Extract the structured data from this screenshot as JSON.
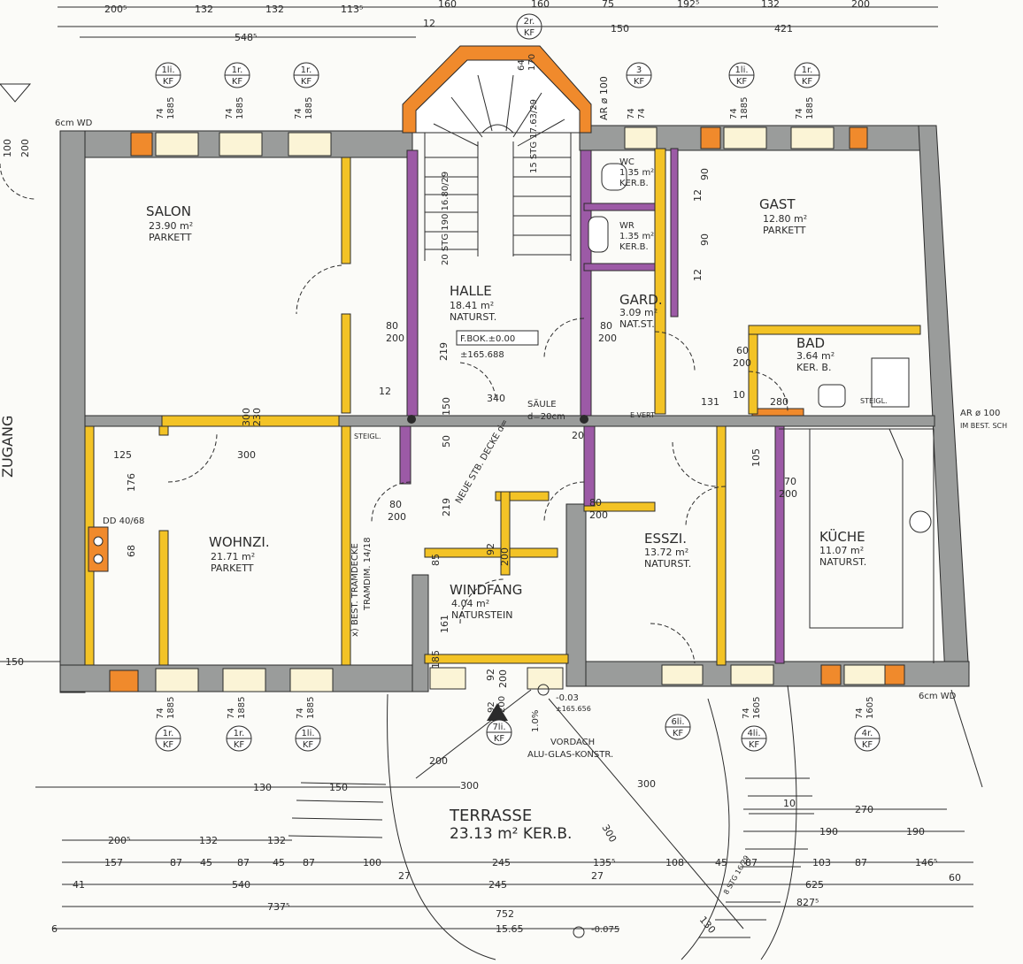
{
  "colors": {
    "wall": "#9a9c9b",
    "orange": "#f08a2c",
    "yellow": "#f3c326",
    "purple": "#9c5aa6",
    "line": "#2b2b2b",
    "paper": "#fbfbf8"
  },
  "rooms": {
    "salon": {
      "name": "SALON",
      "area": "23.90 m²",
      "floor": "PARKETT"
    },
    "halle": {
      "name": "HALLE",
      "area": "18.41 m²",
      "floor": "NATURST."
    },
    "gast": {
      "name": "GAST",
      "area": "12.80 m²",
      "floor": "PARKETT"
    },
    "wc": {
      "name": "WC",
      "area": "1.35 m²",
      "floor": "KER.B."
    },
    "wr": {
      "name": "WR",
      "area": "1.35 m²",
      "floor": "KER.B."
    },
    "gard": {
      "name": "GARD.",
      "area": "3.09 m²",
      "floor": "NAT.ST."
    },
    "bad": {
      "name": "BAD",
      "area": "3.64 m²",
      "floor": "KER. B."
    },
    "wohnzi": {
      "name": "WOHNZI.",
      "area": "21.71 m²",
      "floor": "PARKETT"
    },
    "windfang": {
      "name": "WINDFANG",
      "area": "4.04 m²",
      "floor": "NATURSTEIN"
    },
    "esszi": {
      "name": "ESSZI.",
      "area": "13.72 m²",
      "floor": "NATURST."
    },
    "kueche": {
      "name": "KÜCHE",
      "area": "11.07 m²",
      "floor": "NATURST."
    },
    "terrasse": {
      "name": "TERRASSE",
      "area": "23.13 m² KER.B."
    }
  },
  "annotations": {
    "zugang": "ZUGANG",
    "fbok": "F.BOK.±0.00",
    "fbok_abs": "±165.688",
    "saeule": "SÄULE",
    "saeule_d": "d=20cm",
    "neue_decke": "NEUE STB. DECKE d=",
    "best_tram": "x) BEST. TRAMDECKE",
    "tramdim": "TRAMDIM. 14/18",
    "dd": "DD 40/68",
    "vordach": "VORDACH",
    "vordach2": "ALU-GLAS-KONSTR.",
    "ar_top": "AR ø 100",
    "ar_right": "AR ø 100",
    "ar_right2": "IM BEST. SCH",
    "wd_top": "6cm WD",
    "wd_bottom": "6cm WD",
    "steigl_left": "STEIGL.",
    "steigl_right": "STEIGL.",
    "evert": "E-VERT",
    "stg_top": "15 STG 17.63/29",
    "stg_mid": "20 STG 190 16.80/29",
    "stg_terr": "8 STG 16/29",
    "level_entry": "-0.03",
    "level_entry_abs": "±165.656",
    "level_terr": "-0.075",
    "slope": "1.0%"
  },
  "window_tags": {
    "top": [
      {
        "side": "1li.",
        "kf": "KF",
        "w": "74",
        "h": "1885"
      },
      {
        "side": "1r.",
        "kf": "KF",
        "w": "74",
        "h": "1885"
      },
      {
        "side": "1r.",
        "kf": "KF",
        "w": "74",
        "h": "1885"
      },
      {
        "side": "2r.",
        "kf": "KF",
        "w": "64",
        "h": "170"
      },
      {
        "side": "3",
        "kf": "KF",
        "w": "74",
        "h": "74"
      },
      {
        "side": "1li.",
        "kf": "KF",
        "w": "74",
        "h": "1885"
      },
      {
        "side": "1r.",
        "kf": "KF",
        "w": "74",
        "h": "1885"
      }
    ],
    "bottom": [
      {
        "side": "1r.",
        "kf": "KF",
        "w": "74",
        "h": "1885"
      },
      {
        "side": "1r.",
        "kf": "KF",
        "w": "74",
        "h": "1885"
      },
      {
        "side": "1li.",
        "kf": "KF",
        "w": "74",
        "h": "1885"
      },
      {
        "side": "7li.",
        "kf": "KF",
        "w": "92",
        "h": "200"
      },
      {
        "side": "6li.",
        "kf": "KF",
        "w": "",
        "h": ""
      },
      {
        "side": "4li.",
        "kf": "KF",
        "w": "74",
        "h": "1605"
      },
      {
        "side": "4r.",
        "kf": "KF",
        "w": "74",
        "h": "1605"
      }
    ]
  },
  "dims_top": [
    "200⁵",
    "132",
    "132",
    "113⁵",
    "160",
    "160",
    "75",
    "192⁵",
    "132",
    "200"
  ],
  "dims_top2": [
    "548⁵",
    "12",
    "150",
    "421"
  ],
  "dims_bottom1": [
    "200⁵",
    "132",
    "132"
  ],
  "dims_bottom2": [
    "157",
    "87",
    "45",
    "87",
    "45",
    "87",
    "100",
    "245",
    "135⁵",
    "108",
    "45",
    "87",
    "103",
    "87",
    "146⁵"
  ],
  "dims_bottom3": [
    "41",
    "540",
    "27",
    "245",
    "27",
    "625",
    "60"
  ],
  "dims_bottom4": [
    "737⁵",
    "752",
    "827⁵"
  ],
  "dims_bottom5": [
    "6",
    "15.65"
  ],
  "dims_terrace": [
    "130",
    "150",
    "200",
    "300",
    "300",
    "10",
    "270",
    "190",
    "190",
    "300",
    "130"
  ],
  "dims_inner": [
    "125",
    "300",
    "176",
    "68",
    "150",
    "340",
    "219",
    "12",
    "80",
    "200",
    "80",
    "200",
    "60",
    "200",
    "131",
    "280",
    "10",
    "105",
    "70",
    "200",
    "20",
    "50",
    "150",
    "219",
    "80",
    "200",
    "85",
    "92",
    "200",
    "161",
    "185",
    "92",
    "200",
    "80",
    "200",
    "90",
    "90",
    "12",
    "12",
    "300",
    "230",
    "100",
    "200"
  ]
}
